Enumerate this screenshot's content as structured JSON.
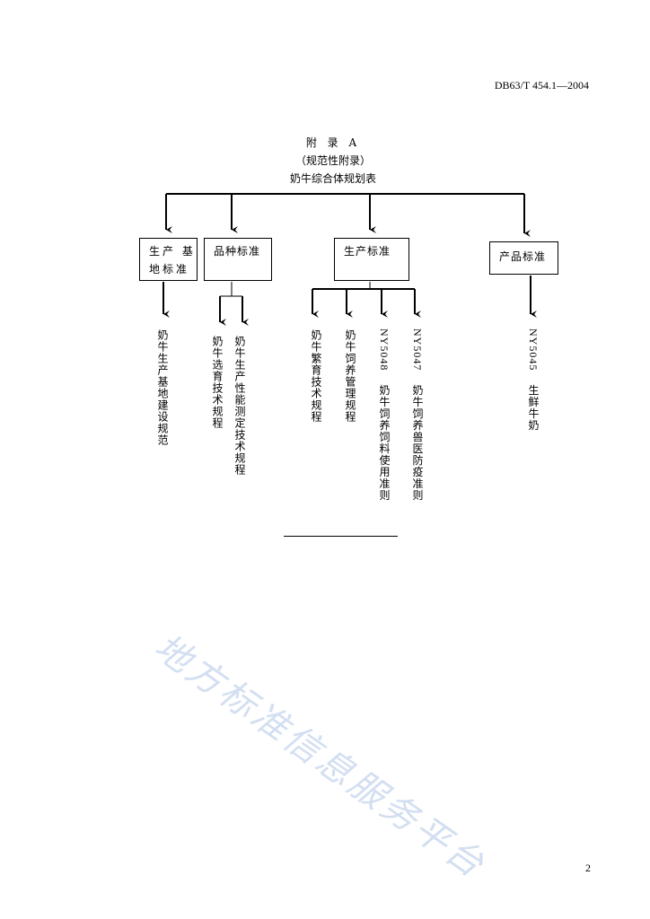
{
  "header": {
    "std_code": "DB63/T 454.1—2004"
  },
  "appendix": {
    "title": "附  录  A",
    "type": "（规范性附录）",
    "name": "奶牛综合体规划表"
  },
  "boxes": {
    "base": [
      "生产 基",
      "地标准"
    ],
    "breed": "品种标准",
    "production": "生产标准",
    "product": "产品标准"
  },
  "leaves": {
    "base_construction": "奶牛生产基地建设规范",
    "selection": "奶牛选育技术规程",
    "performance": "奶牛生产性能测定技术规程",
    "breeding": "奶牛繁育技术规程",
    "feeding_mgmt": "奶牛饲养管理规程",
    "feed_use_code": "NY5048",
    "feed_use": "奶牛饲养饲料使用准则",
    "vet_code": "NY5047",
    "vet": "奶牛饲养兽医防疫准则",
    "milk_code": "NY5045",
    "milk": "生鲜牛奶"
  },
  "watermark": "地方标准信息服务平台",
  "page_number": "2"
}
